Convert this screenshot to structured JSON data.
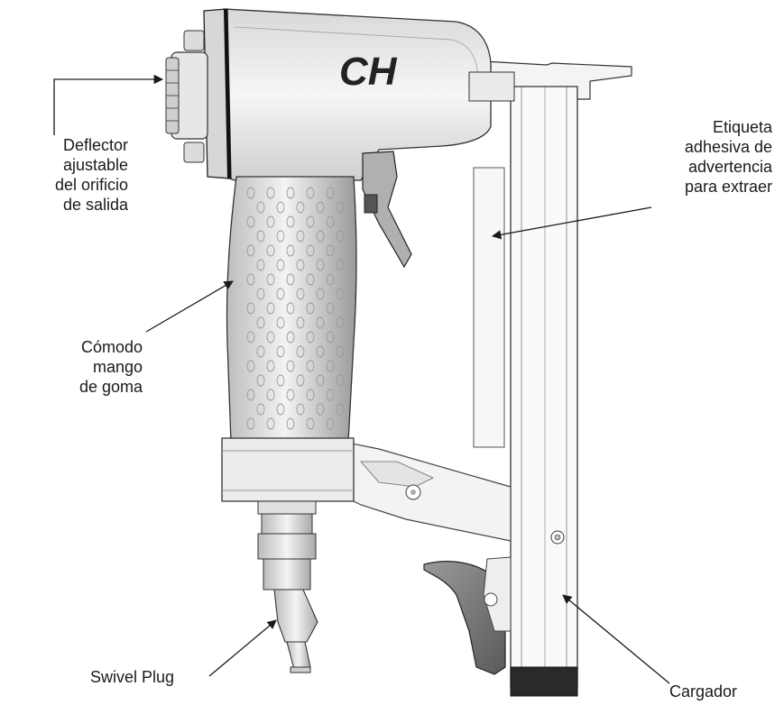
{
  "labels": {
    "deflector": [
      "Deflector",
      "ajustable",
      "del orificio",
      "de salida"
    ],
    "warning_label": [
      "Etiqueta",
      "adhesiva de",
      "advertencia",
      "para extraer"
    ],
    "grip": [
      "Cómodo",
      "mango",
      "de goma"
    ],
    "swivel_plug": [
      "Swivel Plug"
    ],
    "magazine": [
      "Cargador"
    ]
  },
  "brand": "CH",
  "colors": {
    "line": "#1a1a1a",
    "body_light": "#f0f0f0",
    "body_mid": "#c9c9c9",
    "body_dark": "#8a8a8a",
    "grip_dark": "#a8a8a8"
  }
}
